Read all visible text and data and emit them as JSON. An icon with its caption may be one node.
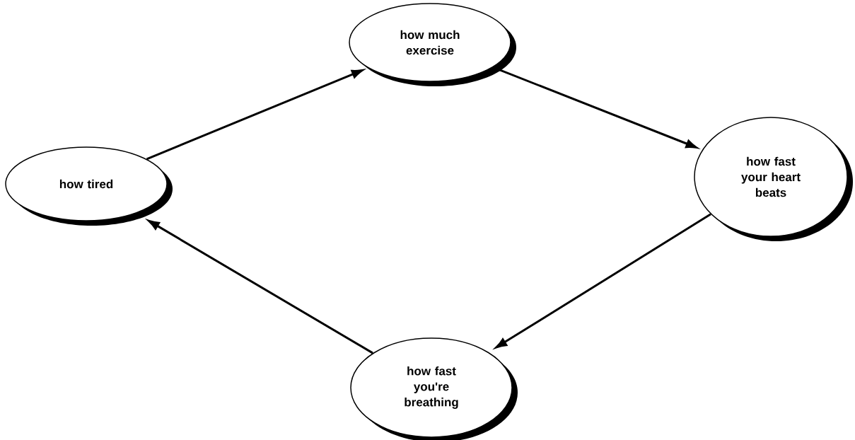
{
  "diagram": {
    "nodes": [
      {
        "text": [
          "how tired"
        ]
      },
      {
        "text": [
          "how much exercise"
        ]
      },
      {
        "text": [
          "how fast your heart beats"
        ]
      },
      {
        "text": [
          "how fast you're breathing"
        ]
      }
    ],
    "edges": [
      {
        "from": 0,
        "to": 1,
        "arrow": "to"
      },
      {
        "from": 1,
        "to": 2,
        "arrow": "to"
      },
      {
        "from": 2,
        "to": 3,
        "arrow": "to"
      },
      {
        "from": 3,
        "to": 0,
        "arrow": "to"
      }
    ]
  }
}
